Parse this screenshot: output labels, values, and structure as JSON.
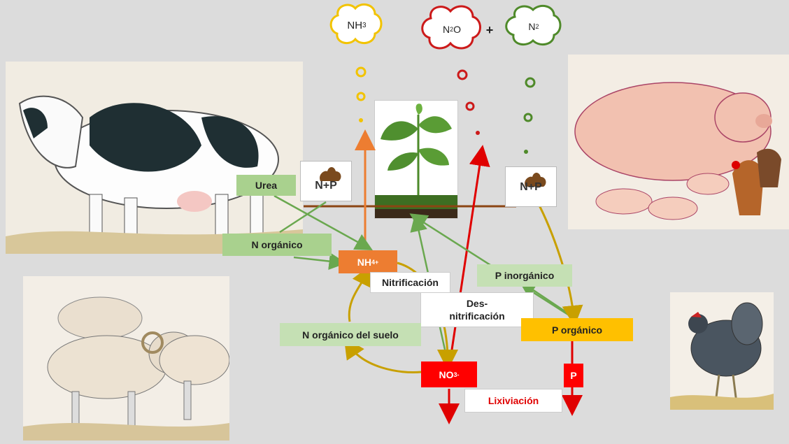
{
  "gases": {
    "nh3": {
      "base": "NH",
      "sub": "3"
    },
    "n2o": {
      "a": "N",
      "sub": "2",
      "b": "O"
    },
    "plus": "+",
    "n2": {
      "base": "N",
      "sub": "2"
    }
  },
  "manure_labels": {
    "left": "N+P",
    "right": "N+P"
  },
  "labels": {
    "urea": "Urea",
    "n_organico": "N orgánico",
    "nh4": {
      "base": "NH",
      "sub": "4",
      "sup": "+"
    },
    "nitrificacion": "Nitrificación",
    "desnitrificacion_1": "Des-",
    "desnitrificacion_2": "nitrificación",
    "n_organico_suelo": "N orgánico del suelo",
    "no3": {
      "base": "NO",
      "sub": "3",
      "sup": "-"
    },
    "lixiviacion": "Lixiviación",
    "p_inorganico": "P inorgánico",
    "p_organico": "P orgánico",
    "p": "P"
  },
  "colors": {
    "orange": "#ed7d31",
    "yellow_arrow": "#c8a000",
    "red": "#e00000",
    "green_arrow": "#6aa84f",
    "soil_line": "#8b4513"
  },
  "icons": {
    "cow": "cow-illustration",
    "pig": "pig-with-piglets-illustration",
    "sheep": "sheep-illustration",
    "hen": "hen-illustration",
    "plant": "plant-seedling",
    "manure": "manure-pile-icon"
  }
}
